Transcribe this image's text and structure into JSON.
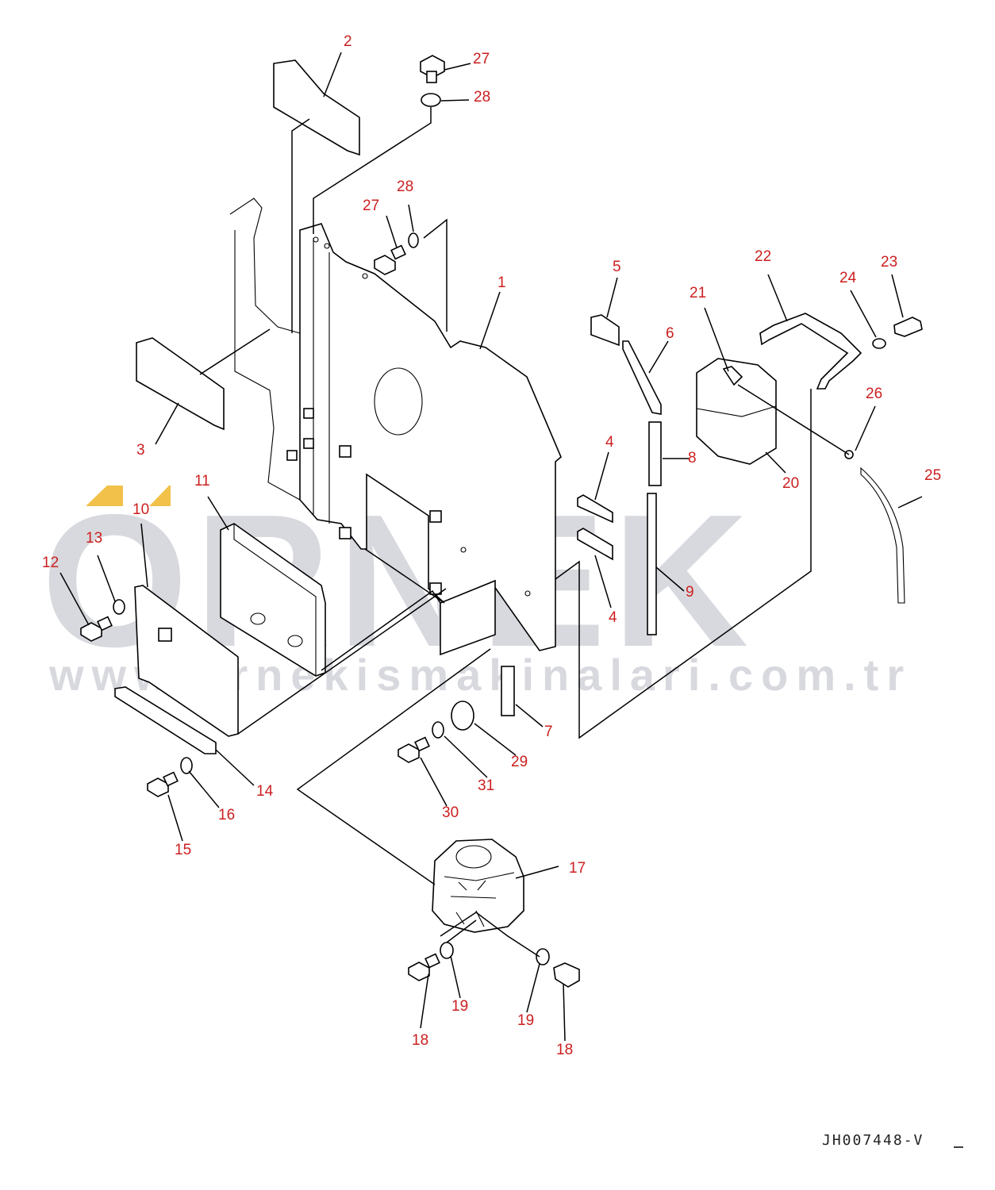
{
  "watermark": {
    "brand": "ORNEK",
    "url": "www.ornekismakinalari.com.tr",
    "accent_color": "#f2c14a",
    "text_color": "#d8d9de"
  },
  "diagram": {
    "drawing_code": "JH007448-V",
    "callout_color": "#cc1f1f",
    "callouts": [
      {
        "label": "1"
      },
      {
        "label": "2"
      },
      {
        "label": "3"
      },
      {
        "label": "4"
      },
      {
        "label": "4"
      },
      {
        "label": "5"
      },
      {
        "label": "6"
      },
      {
        "label": "7"
      },
      {
        "label": "8"
      },
      {
        "label": "9"
      },
      {
        "label": "10"
      },
      {
        "label": "11"
      },
      {
        "label": "12"
      },
      {
        "label": "13"
      },
      {
        "label": "14"
      },
      {
        "label": "15"
      },
      {
        "label": "16"
      },
      {
        "label": "17"
      },
      {
        "label": "18"
      },
      {
        "label": "18"
      },
      {
        "label": "19"
      },
      {
        "label": "19"
      },
      {
        "label": "20"
      },
      {
        "label": "21"
      },
      {
        "label": "22"
      },
      {
        "label": "23"
      },
      {
        "label": "24"
      },
      {
        "label": "25"
      },
      {
        "label": "26"
      },
      {
        "label": "27"
      },
      {
        "label": "27"
      },
      {
        "label": "28"
      },
      {
        "label": "28"
      },
      {
        "label": "29"
      },
      {
        "label": "30"
      },
      {
        "label": "31"
      }
    ]
  }
}
